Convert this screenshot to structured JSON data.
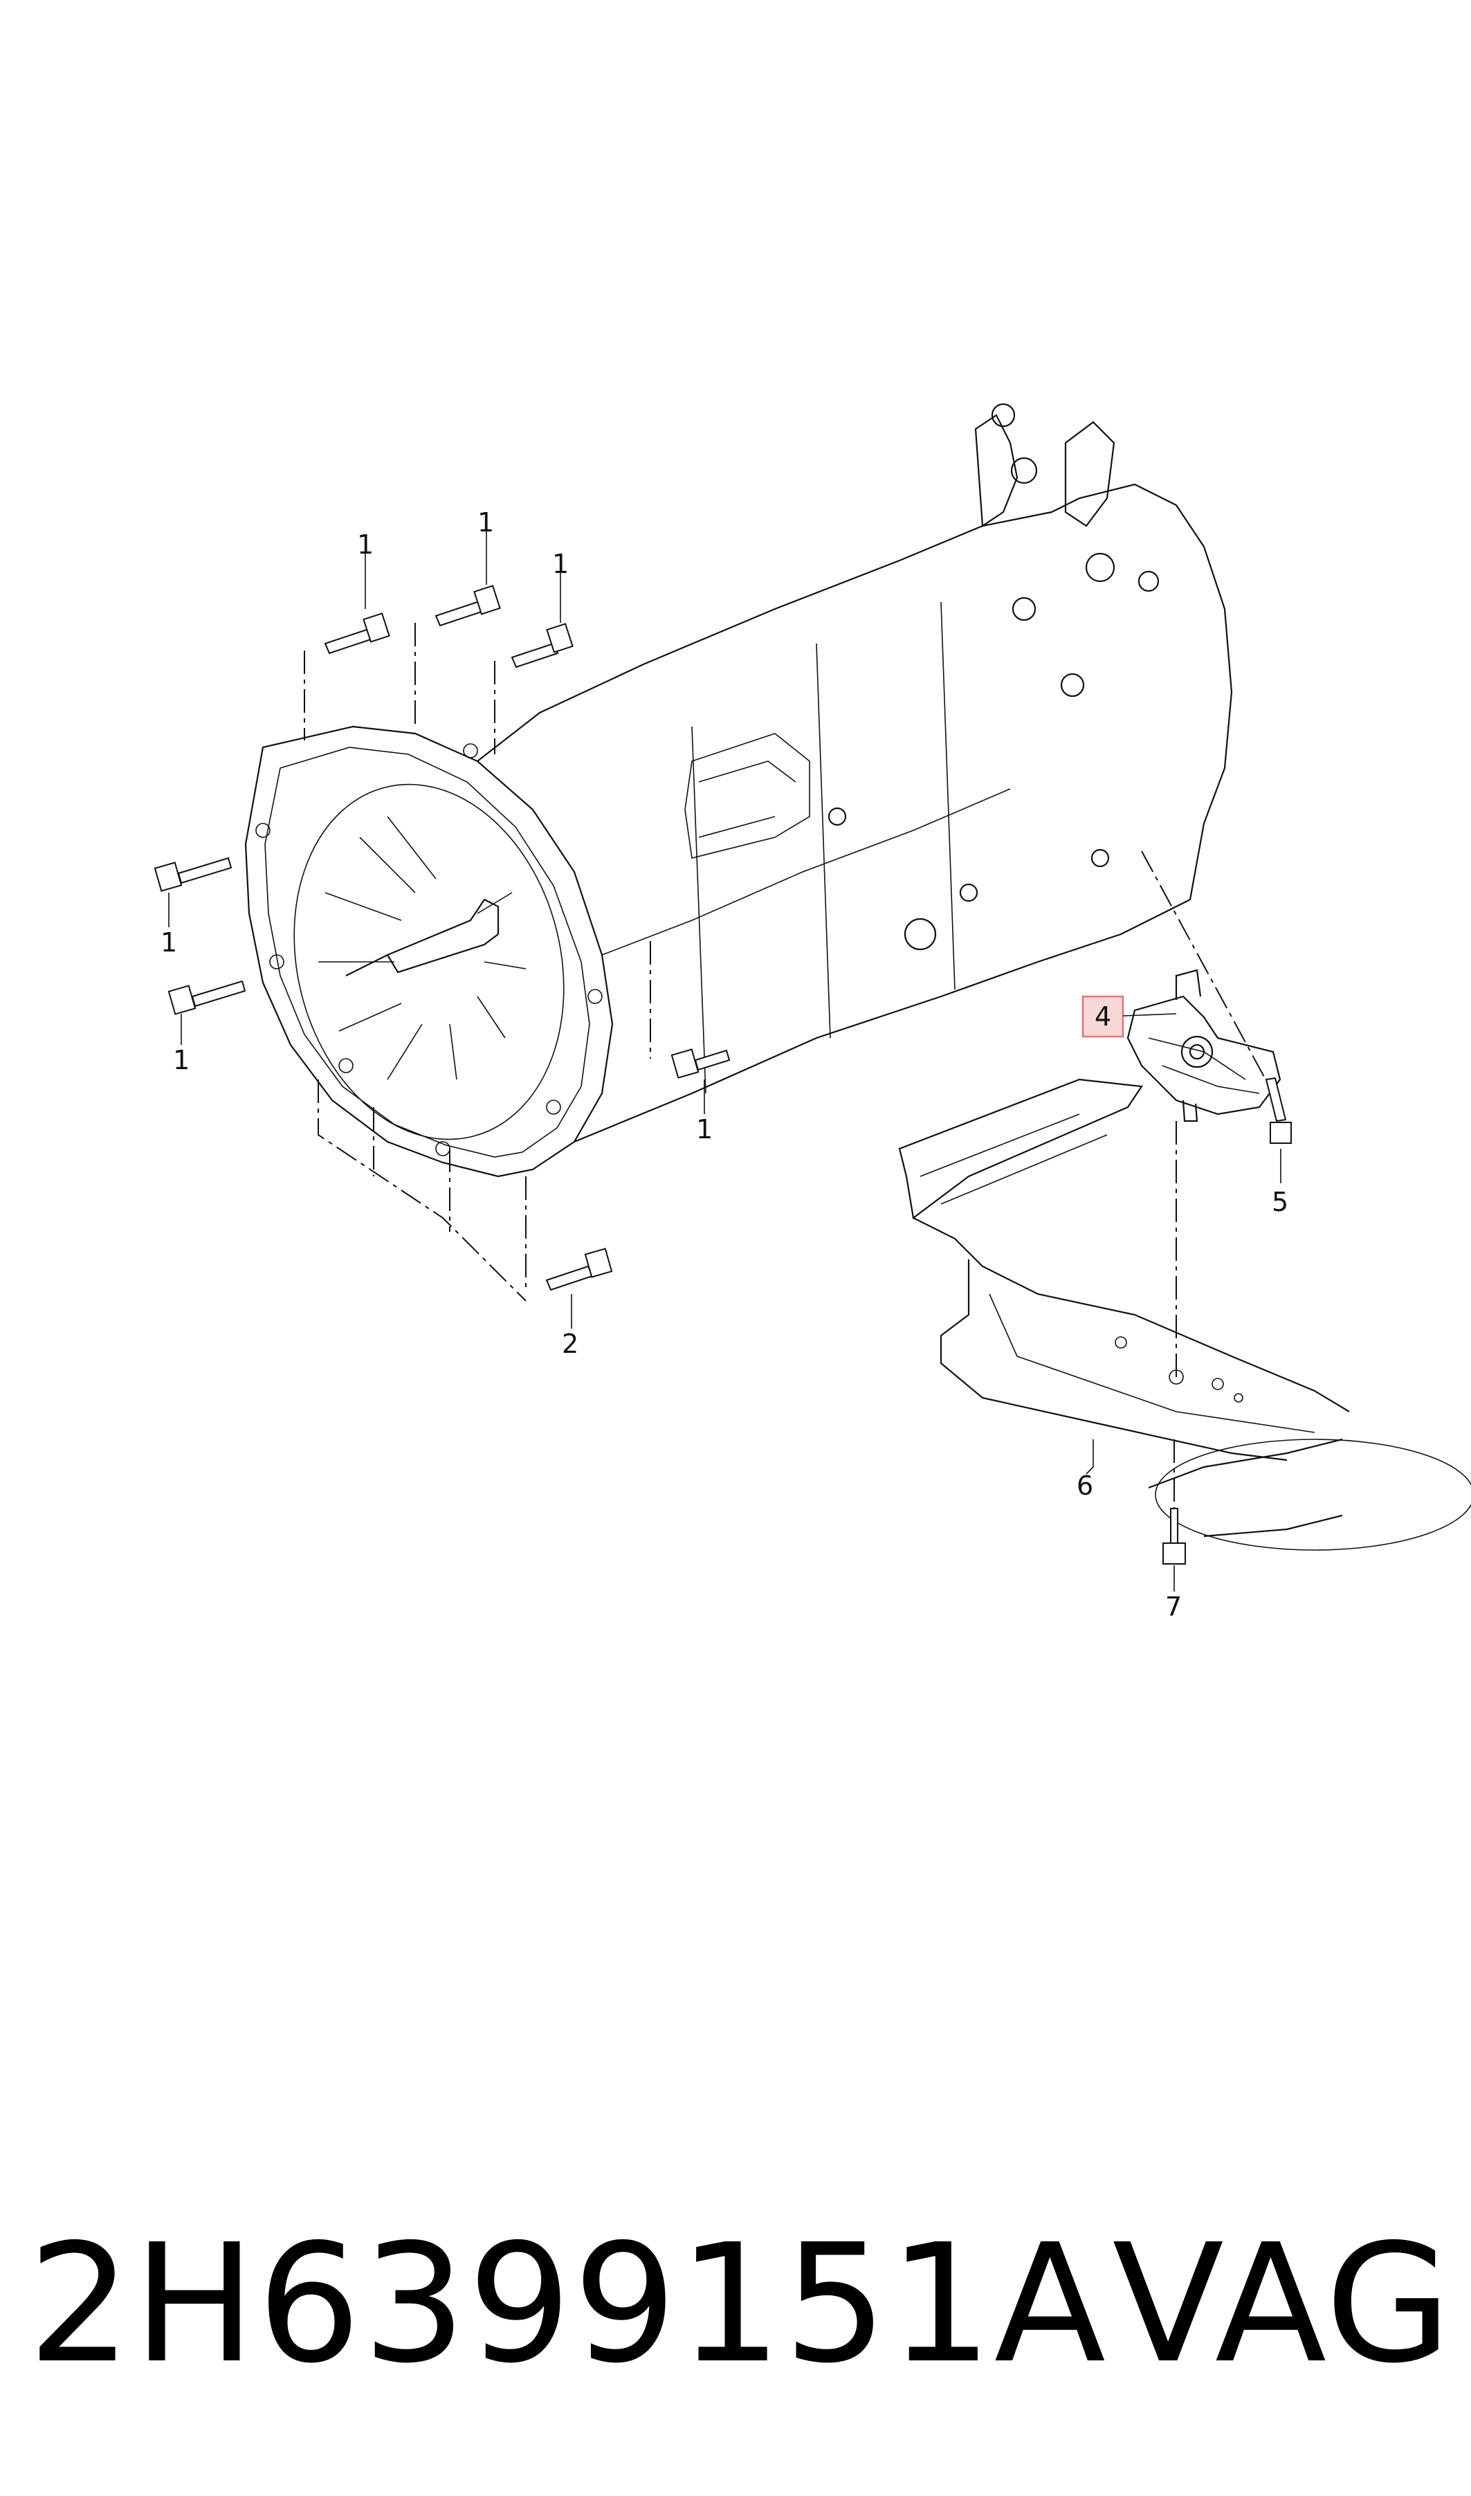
{
  "callouts": {
    "c1a": "1",
    "c1b": "1",
    "c1c": "1",
    "c1d": "1",
    "c1e": "1",
    "c1f": "1",
    "c2": "2",
    "c4": "4",
    "c5": "5",
    "c6": "6",
    "c7": "7"
  },
  "highlight_color": "#e57373",
  "caption": {
    "part_number": "2H6399151A",
    "brand": "VAG"
  }
}
